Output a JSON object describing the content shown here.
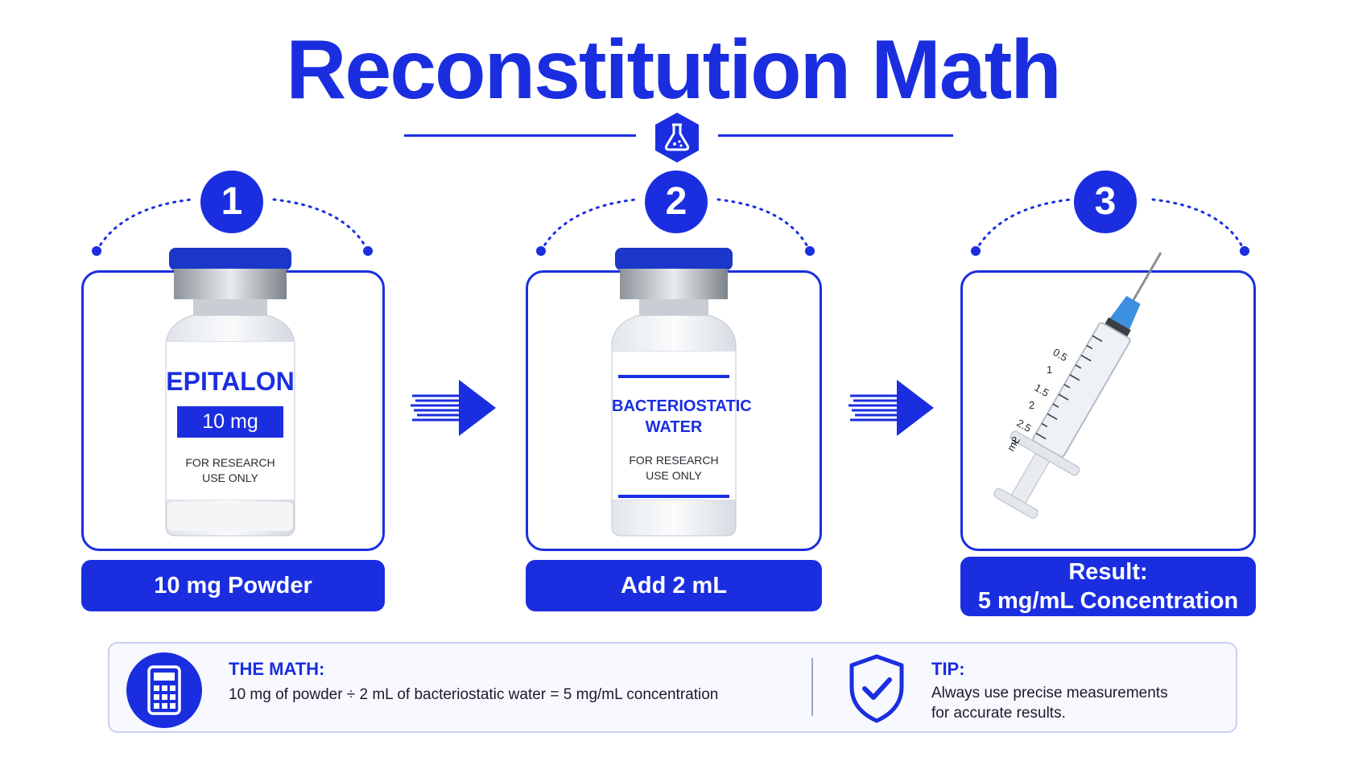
{
  "title": "Reconstitution Math",
  "steps": [
    {
      "number": "1",
      "vial_title": "EPITALON",
      "vial_dose": "10 mg",
      "vial_note": "FOR RESEARCH USE ONLY",
      "caption": "10 mg Powder"
    },
    {
      "number": "2",
      "vial_title": "BACTERIOSTATIC WATER",
      "vial_note": "FOR RESEARCH USE ONLY",
      "caption": "Add 2 mL"
    },
    {
      "number": "3",
      "syringe_marks": [
        "0.5",
        "1",
        "1.5",
        "2",
        "2.5",
        "3",
        "mL"
      ],
      "caption_line1": "Result:",
      "caption_line2": "5 mg/mL Concentration"
    }
  ],
  "math": {
    "heading": "THE MATH:",
    "text": "10 mg of powder ÷ 2 mL of bacteriostatic water = 5 mg/mL concentration"
  },
  "tip": {
    "heading": "TIP:",
    "line1": "Always use precise measurements",
    "line2": "for accurate results."
  },
  "icons": [
    "flask-icon",
    "arrow-right-icon",
    "calculator-icon",
    "shield-check-icon"
  ],
  "colors": {
    "accent": "#1a2ee0",
    "background": "#ffffff"
  }
}
